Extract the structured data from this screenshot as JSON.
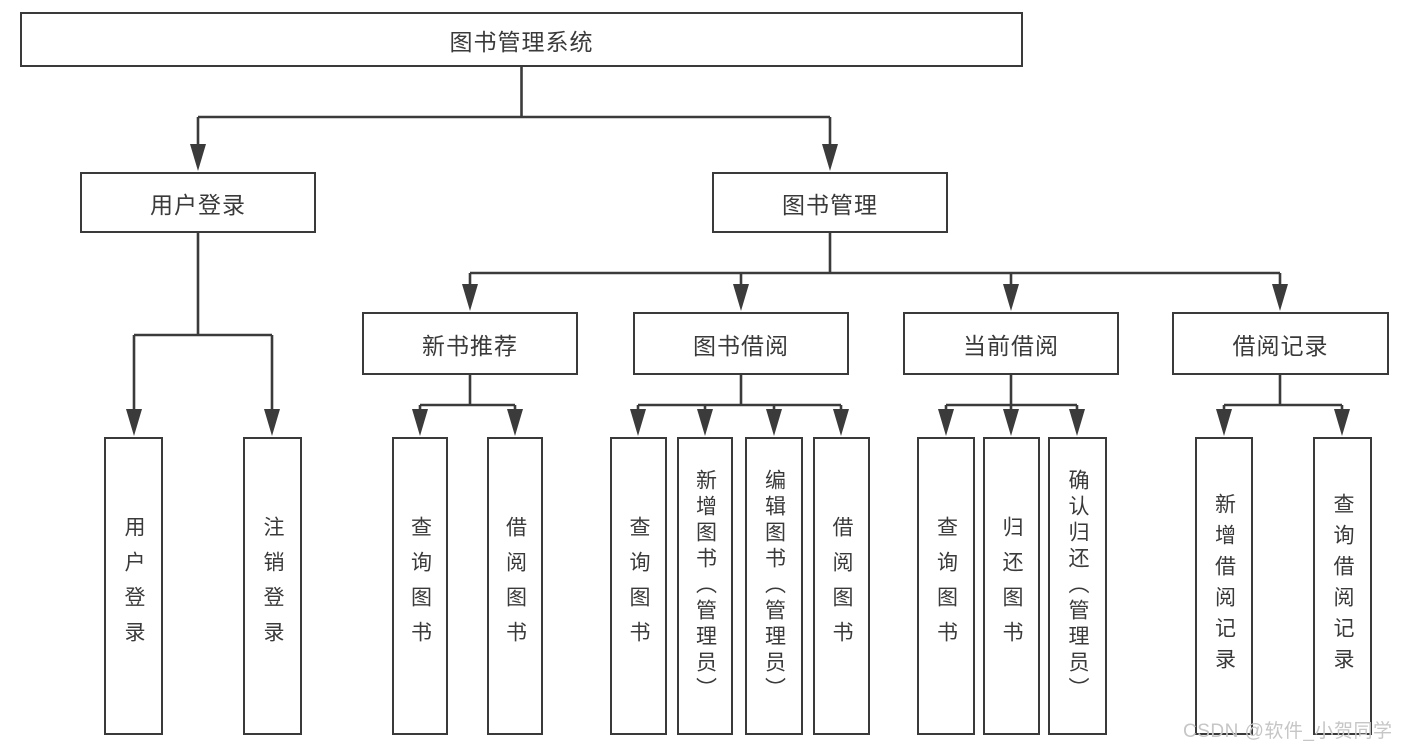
{
  "diagram": {
    "title": "图书管理系统",
    "watermark": "CSDN @软件_小贺同学",
    "colors": {
      "line": "#3b3b3b",
      "box_background": "#ffffff",
      "text": "#3a3a3a",
      "watermark": "#c6c6c6"
    },
    "nodes": {
      "root": {
        "label": "图书管理系统"
      },
      "user_login": {
        "label": "用户登录"
      },
      "book_mgmt": {
        "label": "图书管理"
      },
      "new_book_rec": {
        "label": "新书推荐"
      },
      "book_borrow": {
        "label": "图书借阅"
      },
      "current_borrow": {
        "label": "当前借阅"
      },
      "borrow_records": {
        "label": "借阅记录"
      },
      "login": {
        "label": "用户登录"
      },
      "logout": {
        "label": "注销登录"
      },
      "nbr_query": {
        "label": "查询图书"
      },
      "nbr_borrow": {
        "label": "借阅图书"
      },
      "bb_query": {
        "label": "查询图书"
      },
      "bb_add": {
        "label": "新增图书（管理员）"
      },
      "bb_edit": {
        "label": "编辑图书（管理员）"
      },
      "bb_borrow": {
        "label": "借阅图书"
      },
      "cb_query": {
        "label": "查询图书"
      },
      "cb_return": {
        "label": "归还图书"
      },
      "cb_confirm": {
        "label": "确认归还（管理员）"
      },
      "br_add": {
        "label": "新增借阅记录"
      },
      "br_query": {
        "label": "查询借阅记录"
      }
    },
    "edges": [
      [
        "root",
        "user_login"
      ],
      [
        "root",
        "book_mgmt"
      ],
      [
        "user_login",
        "login"
      ],
      [
        "user_login",
        "logout"
      ],
      [
        "book_mgmt",
        "new_book_rec"
      ],
      [
        "book_mgmt",
        "book_borrow"
      ],
      [
        "book_mgmt",
        "current_borrow"
      ],
      [
        "book_mgmt",
        "borrow_records"
      ],
      [
        "new_book_rec",
        "nbr_query"
      ],
      [
        "new_book_rec",
        "nbr_borrow"
      ],
      [
        "book_borrow",
        "bb_query"
      ],
      [
        "book_borrow",
        "bb_add"
      ],
      [
        "book_borrow",
        "bb_edit"
      ],
      [
        "book_borrow",
        "bb_borrow"
      ],
      [
        "current_borrow",
        "cb_query"
      ],
      [
        "current_borrow",
        "cb_return"
      ],
      [
        "current_borrow",
        "cb_confirm"
      ],
      [
        "borrow_records",
        "br_add"
      ],
      [
        "borrow_records",
        "br_query"
      ]
    ]
  }
}
